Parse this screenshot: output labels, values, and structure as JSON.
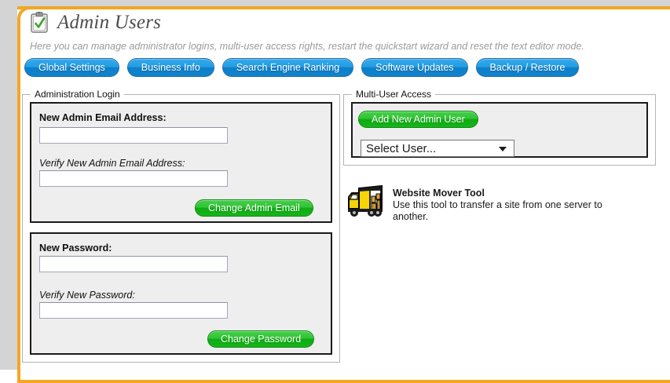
{
  "header": {
    "icon": "clipboard-check-icon",
    "title": "Admin Users",
    "subtitle": "Here you can manage administrator logins, multi-user access rights, restart the quickstart wizard and reset the text editor mode."
  },
  "nav": {
    "buttons": [
      {
        "label": "Global Settings",
        "name": "nav-global-settings"
      },
      {
        "label": "Business Info",
        "name": "nav-business-info"
      },
      {
        "label": "Search Engine Ranking",
        "name": "nav-search-engine-ranking"
      },
      {
        "label": "Software Updates",
        "name": "nav-software-updates"
      },
      {
        "label": "Backup / Restore",
        "name": "nav-backup-restore"
      }
    ]
  },
  "admin_login": {
    "legend": "Administration Login",
    "email": {
      "label": "New Admin Email Address:",
      "value": "",
      "verify_label": "Verify New Admin Email Address:",
      "verify_value": "",
      "submit_label": "Change Admin Email"
    },
    "password": {
      "label": "New Password:",
      "value": "",
      "verify_label": "Verify New Password:",
      "verify_value": "",
      "submit_label": "Change Password"
    }
  },
  "multi_user": {
    "legend": "Multi-User Access",
    "add_user_label": "Add New Admin User",
    "select_user_value": "Select User...",
    "select_icon": "chevron-down-icon"
  },
  "mover_tool": {
    "icon": "moving-truck-icon",
    "title": "Website Mover Tool",
    "description": "Use this tool to transfer a site from one server to another."
  },
  "colors": {
    "frame_border": "#f5a623",
    "nav_button": "#1492e0",
    "action_button": "#1cbf20",
    "panel_background": "#eeeeee",
    "page_background": "#ffffff",
    "chrome_gray": "#d4d4d4"
  }
}
